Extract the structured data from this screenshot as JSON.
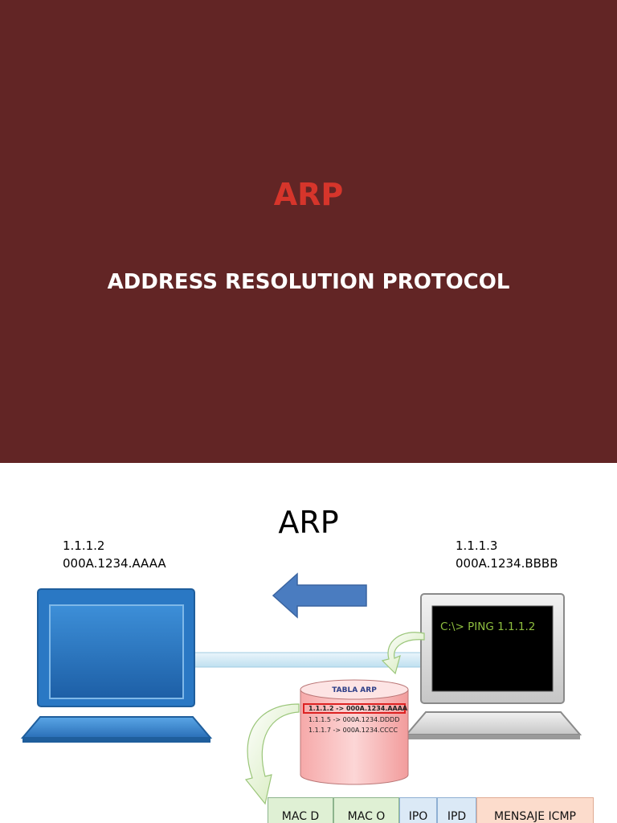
{
  "slide1": {
    "title": "ARP",
    "subtitle": "ADDRESS RESOLUTION PROTOCOL"
  },
  "slide2": {
    "title": "ARP",
    "host_left": {
      "ip": "1.1.1.2",
      "mac": "000A.1234.AAAA"
    },
    "host_right": {
      "ip": "1.1.1.3",
      "mac": "000A.1234.BBBB"
    },
    "terminal_command": "C:\\> PING 1.1.1.2",
    "arp_table": {
      "title": "TABLA ARP",
      "rows": [
        "1.1.1.2 -> 000A.1234.AAAA",
        "1.1.1.5 -> 000A.1234.DDDD",
        "1.1.1.7 -> 000A.1234.CCCC"
      ]
    },
    "frame_fields": [
      "MAC D",
      "MAC O",
      "IPO",
      "IPD",
      "MENSAJE ICMP"
    ],
    "colors": {
      "slide1_background": "#622525",
      "title_red": "#d6352b",
      "arrow_blue": "#4a7cc0",
      "laptop_blue": "#2a78c4",
      "highlight_red": "#dd2222"
    }
  }
}
